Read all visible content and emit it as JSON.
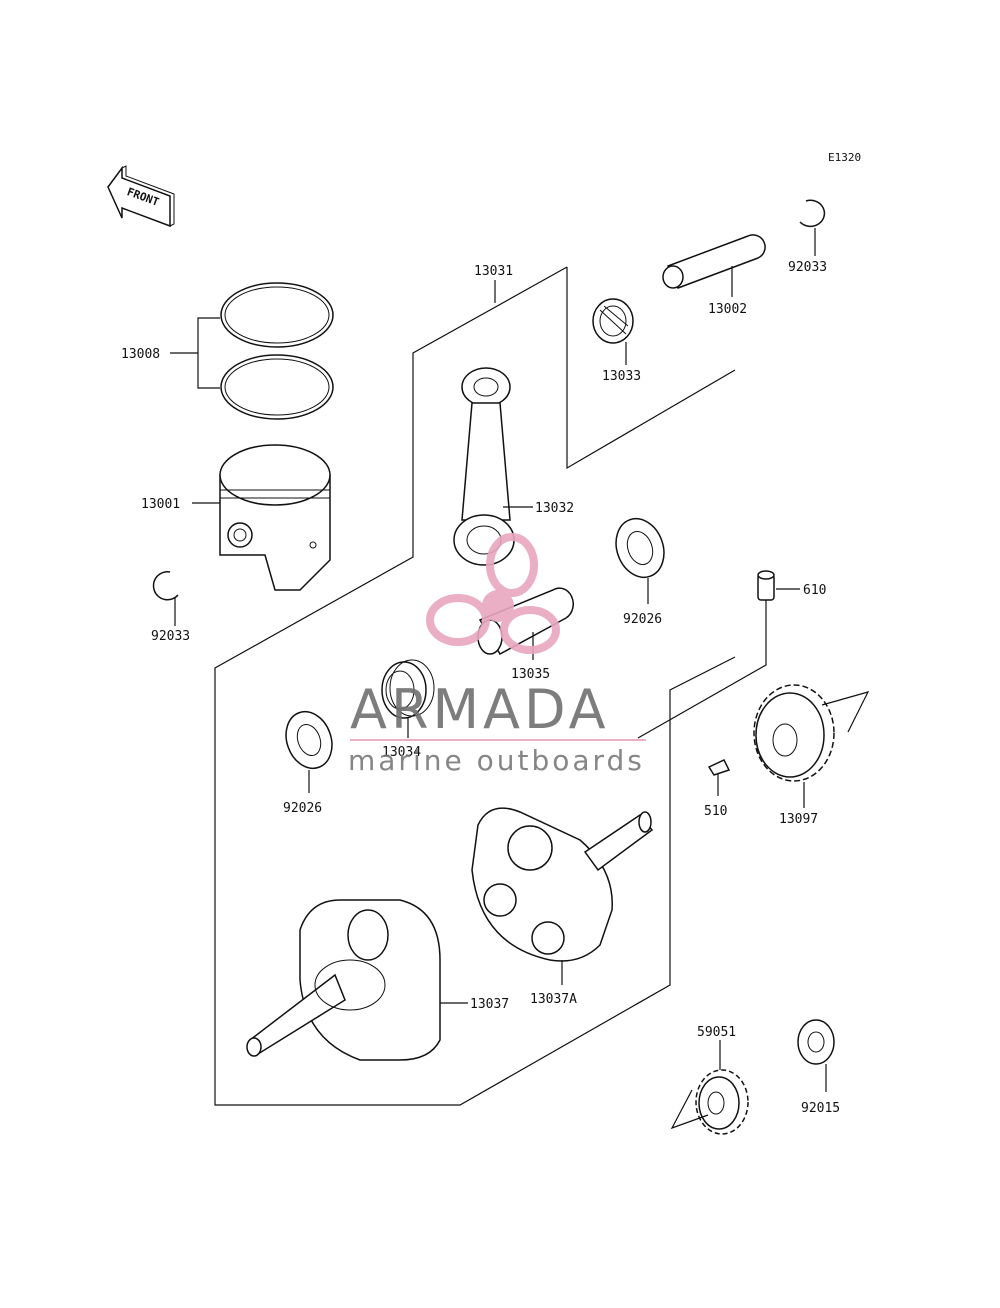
{
  "diagram": {
    "code": "E1320",
    "front_label": "FRONT",
    "parts": [
      {
        "id": "ring",
        "number": "13008"
      },
      {
        "id": "piston",
        "number": "13001"
      },
      {
        "id": "circlip_left",
        "number": "92033"
      },
      {
        "id": "crank_assy",
        "number": "13031"
      },
      {
        "id": "conrod",
        "number": "13032"
      },
      {
        "id": "needle_bearing_small",
        "number": "13033"
      },
      {
        "id": "piston_pin",
        "number": "13002"
      },
      {
        "id": "circlip_right",
        "number": "92033"
      },
      {
        "id": "washer_right",
        "number": "92026"
      },
      {
        "id": "crank_pin",
        "number": "13035"
      },
      {
        "id": "needle_bearing_big",
        "number": "13034"
      },
      {
        "id": "washer_left",
        "number": "92026"
      },
      {
        "id": "dowel_pin",
        "number": "610"
      },
      {
        "id": "key",
        "number": "510"
      },
      {
        "id": "gear_large",
        "number": "13097"
      },
      {
        "id": "crankshaft_left",
        "number": "13037"
      },
      {
        "id": "crankshaft_right",
        "number": "13037A"
      },
      {
        "id": "gear_small",
        "number": "59051"
      },
      {
        "id": "nut",
        "number": "92015"
      }
    ]
  },
  "watermark": {
    "title": "ARMADA",
    "subtitle": "marine outboards",
    "accent_color": "#e8a6bf",
    "text_color": "#707070"
  }
}
